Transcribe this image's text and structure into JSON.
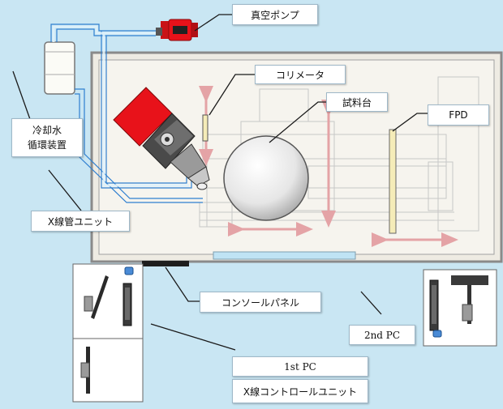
{
  "diagram": {
    "labels": {
      "vacuum_pump": "真空ポンプ",
      "collimator": "コリメータ",
      "sample_stage": "試料台",
      "fpd": "FPD",
      "chiller_line1": "冷却水",
      "chiller_line2": "循環装置",
      "xray_tube_unit": "X線管ユニット",
      "console_panel": "コンソールパネル",
      "pc2": "2nd PC",
      "pc1": "1st PC",
      "xray_control_unit": "X線コントロールユニット"
    },
    "colors": {
      "background": "#c9e6f3",
      "enclosure_fill": "#f3f1ea",
      "tube_red": "#e8121a",
      "arrow_pink": "#e4a3a6",
      "detector_yellow": "#f5ecb8",
      "hose_blue": "#bfe3f4"
    }
  }
}
